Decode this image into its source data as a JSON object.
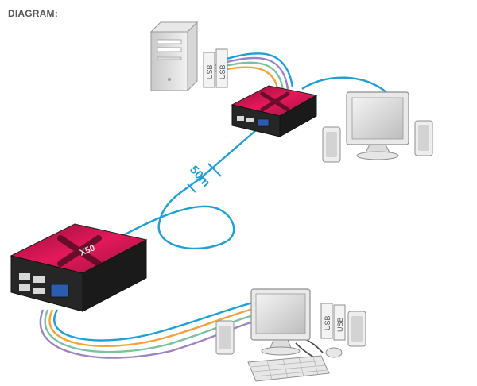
{
  "heading": "DIAGRAM:",
  "distance_label": "50m",
  "usb_label": "USB",
  "brand_mark": "X50",
  "colors": {
    "cable_blue": "#1e9fd6",
    "cable_orange": "#f2a33a",
    "cable_purple": "#9b83c6",
    "cable_green": "#79c2a4",
    "unit_red": "#e5185a",
    "unit_body": "#2a2a2a"
  }
}
